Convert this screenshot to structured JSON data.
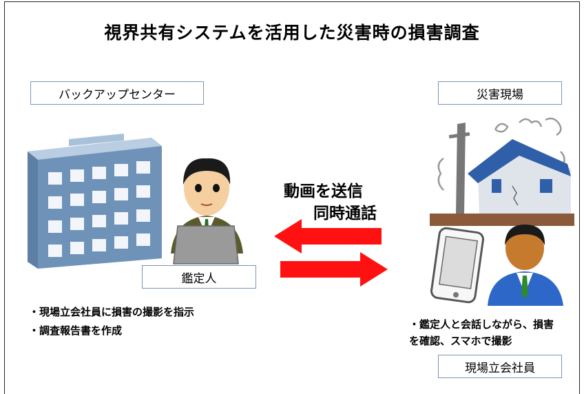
{
  "title": "視界共有システムを活用した災害時の損害調査",
  "labels": {
    "backup_center": "バックアップセンター",
    "disaster_site": "災害現場",
    "appraiser": "鑑定人",
    "site_staff": "現場立会社員"
  },
  "arrow_text": {
    "line1": "動画を送信",
    "line2": "同時通話"
  },
  "left_bullets": [
    "・現場立会社員に損害の撮影を指示",
    "・調査報告書を作成"
  ],
  "right_bullets": [
    "・鑑定人と会話しながら、損害",
    "を確認、スマホで撮影"
  ],
  "colors": {
    "arrow": "#ff1111",
    "label_border": "#7a93b8",
    "building": "#6f93b8"
  }
}
